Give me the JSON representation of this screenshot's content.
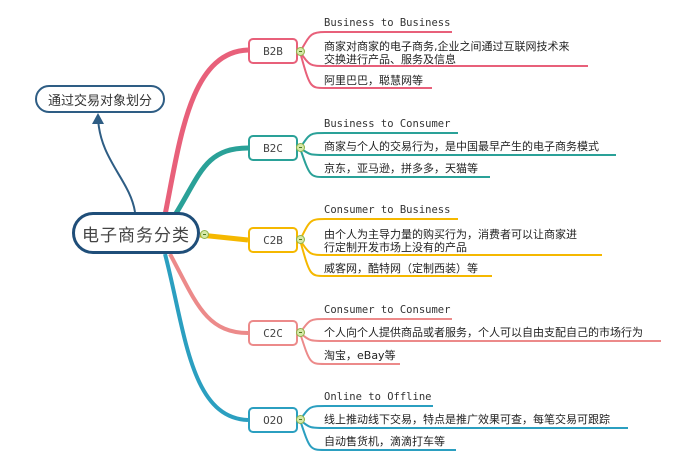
{
  "root": {
    "label": "电子商务分类"
  },
  "floating": {
    "label": "通过交易对象划分"
  },
  "colors": {
    "root_border": "#1f4e79",
    "b2b": "#e8607a",
    "b2c": "#2aa198",
    "c2b": "#f5b800",
    "c2c": "#ec8a8a",
    "o2o": "#2b9fc0"
  },
  "branches": [
    {
      "label": "B2B",
      "full_name": "Business to Business",
      "description": [
        "商家对商家的电子商务,企业之间通过互联网技术来",
        "交换进行产品、服务及信息"
      ],
      "examples": "阿里巴巴，聪慧网等"
    },
    {
      "label": "B2C",
      "full_name": "Business to Consumer",
      "description": [
        "商家与个人的交易行为，是中国最早产生的电子商务模式"
      ],
      "examples": "京东，亚马逊，拼多多，天猫等"
    },
    {
      "label": "C2B",
      "full_name": "Consumer to Business",
      "description": [
        "由个人为主导力量的购买行为，消费者可以让商家进",
        "行定制开发市场上没有的产品"
      ],
      "examples": "威客网，酷特网（定制西装）等"
    },
    {
      "label": "C2C",
      "full_name": "Consumer to Consumer",
      "description": [
        "个人向个人提供商品或者服务，个人可以自由支配自己的市场行为"
      ],
      "examples": "淘宝，eBay等"
    },
    {
      "label": "O2O",
      "full_name": "Online to Offline",
      "description": [
        "线上推动线下交易，特点是推广效果可查，每笔交易可跟踪"
      ],
      "examples": "自动售货机，滴滴打车等"
    }
  ]
}
